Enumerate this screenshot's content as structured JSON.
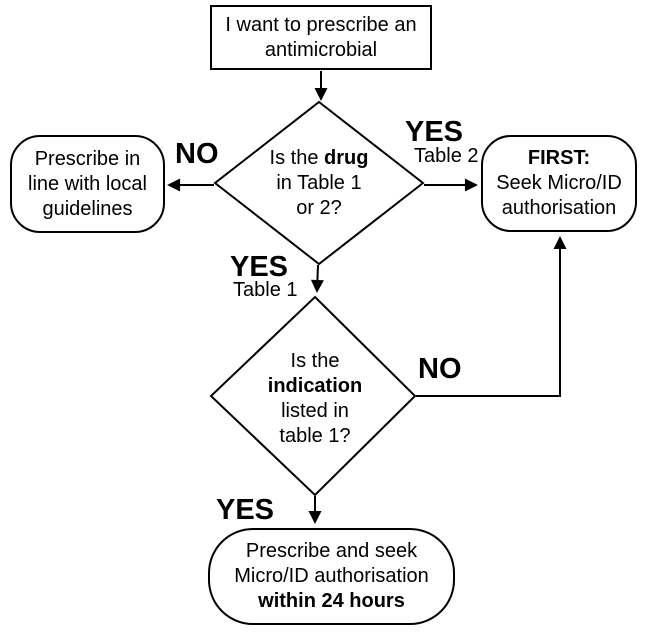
{
  "diagram": {
    "background": "#ffffff",
    "stroke_color": "#000000",
    "text_color": "#000000"
  },
  "nodes": {
    "start": {
      "line1": "I want to prescribe an",
      "line2": "antimicrobial"
    },
    "drug_decision": {
      "line1_regular": "Is the ",
      "line1_bold": "drug",
      "line2": "in Table 1",
      "line3": "or 2?"
    },
    "local_guidelines": {
      "line1": "Prescribe in",
      "line2": "line with local",
      "line3": "guidelines"
    },
    "first_authorisation": {
      "line1_bold": "FIRST:",
      "line2": "Seek Micro/ID",
      "line3": "authorisation"
    },
    "indication_decision": {
      "line1": "Is the",
      "line2_bold": "indication",
      "line3": "listed in",
      "line4": "table 1?"
    },
    "prescribe_within24": {
      "line1": "Prescribe and seek",
      "line2": "Micro/ID authorisation",
      "line3_bold": "within 24 hours"
    }
  },
  "edge_labels": {
    "drug_no": "NO",
    "drug_yes_right": "YES",
    "drug_yes_right_sub": "Table 2",
    "drug_yes_down": "YES",
    "drug_yes_down_sub": "Table 1",
    "indication_no": "NO",
    "indication_yes": "YES"
  }
}
